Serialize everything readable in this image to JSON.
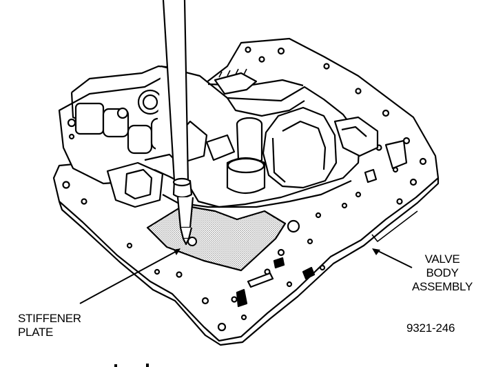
{
  "callouts": {
    "stiffener_plate": [
      "STIFFENER",
      "PLATE"
    ],
    "valve_body_assembly": [
      "VALVE",
      "BODY",
      "ASSEMBLY"
    ]
  },
  "figure_number": "9321-246",
  "colors": {
    "ink": "#000000",
    "paper": "#ffffff",
    "plate_hatch": "#9a9a9a"
  }
}
